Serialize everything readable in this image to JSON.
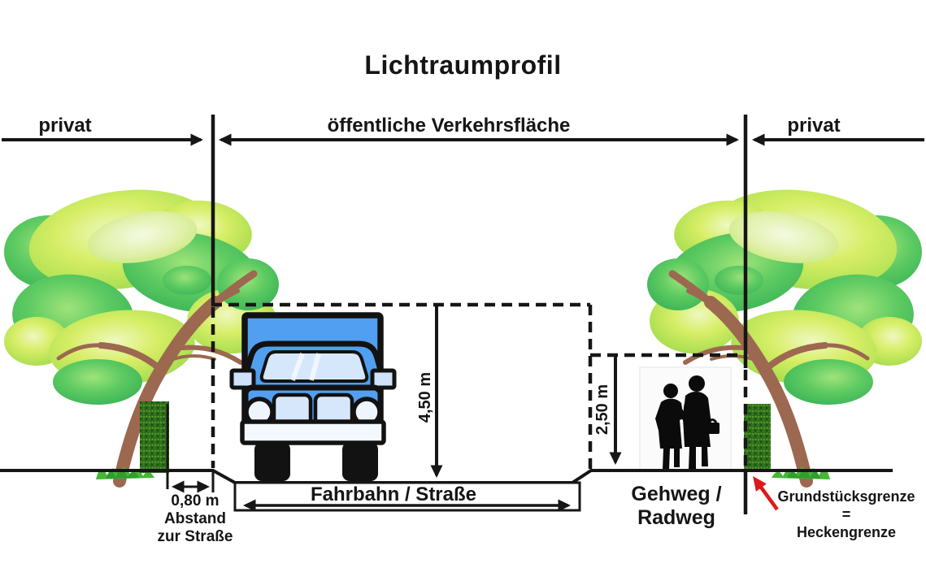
{
  "title": "Lichtraumprofil",
  "zones": {
    "left": "privat",
    "center": "öffentliche Verkehrsfläche",
    "right": "privat"
  },
  "dimensions": {
    "clearance_height": "4,50 m",
    "path_clearance_height": "2,50 m",
    "hedge_setback": "0,80 m",
    "hedge_setback_caption_line1": "Abstand",
    "hedge_setback_caption_line2": "zur Straße"
  },
  "labels": {
    "road": "Fahrbahn / Straße",
    "path_line1": "Gehweg /",
    "path_line2": "Radweg",
    "property_line1": "Grundstücksgrenze",
    "property_line2": "=",
    "property_line3": "Heckengrenze"
  },
  "icons": {
    "truck": "truck-icon",
    "pedestrians": "pedestrians-icon",
    "tree_left": "tree-icon",
    "tree_right": "tree-icon",
    "hedge_left": "hedge-icon",
    "hedge_right": "hedge-icon",
    "red_pointer": "red-arrow-icon"
  },
  "colors": {
    "line_black": "#161616",
    "truck_blue": "#519ff0",
    "truck_glass": "#d6e7fb",
    "foliage_yellow_green": "#cde95c",
    "foliage_green": "#4ec263",
    "trunk_brown": "#9e6a4e",
    "hedge_green": "#2e6b1a",
    "pointer_red": "#dc1a1a"
  }
}
